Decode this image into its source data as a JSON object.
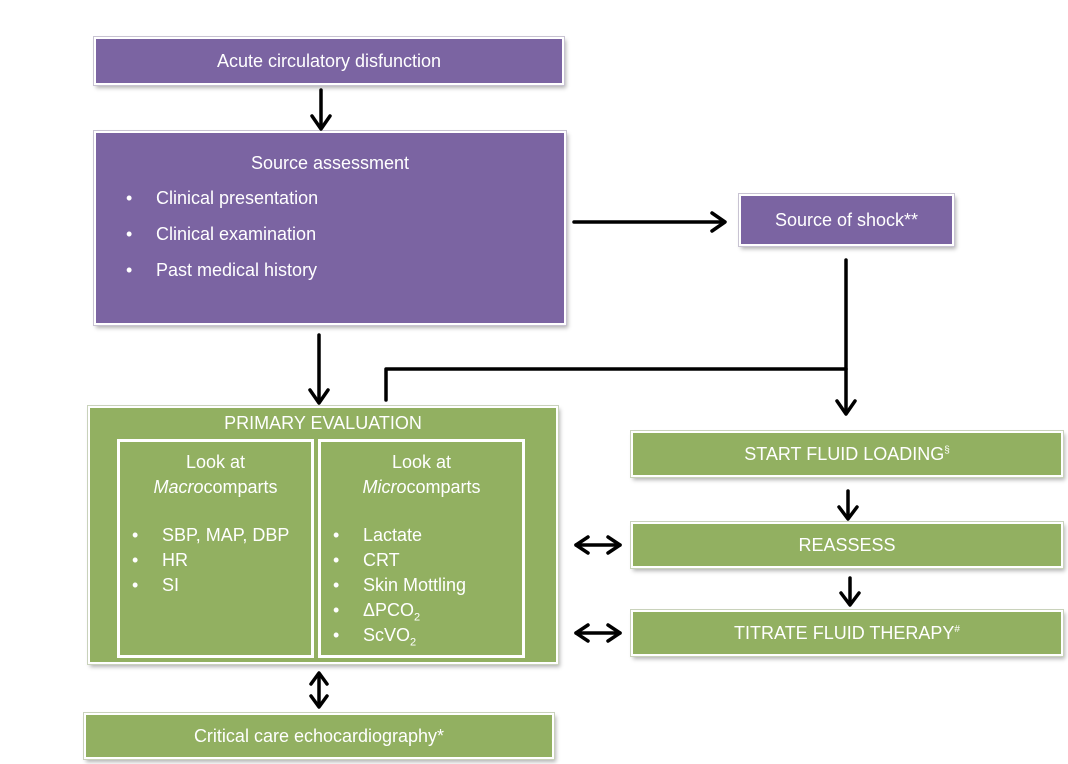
{
  "nodes": {
    "acute": "Acute circulatory disfunction",
    "source_assessment": {
      "title": "Source assessment",
      "items": [
        "Clinical presentation",
        "Clinical examination",
        "Past medical history"
      ]
    },
    "source_of_shock": "Source of shock**",
    "primary_evaluation": {
      "title": "PRIMARY EVALUATION",
      "macro": {
        "title_line1": "Look at",
        "title_italic": "Macro",
        "title_rest": "comparts",
        "items": [
          "SBP, MAP, DBP",
          "HR",
          "SI"
        ]
      },
      "micro": {
        "title_line1": "Look at",
        "title_italic": "Micro",
        "title_rest": "comparts",
        "items": [
          "Lactate",
          "CRT",
          "Skin Mottling"
        ],
        "dpco2": {
          "main": "ΔPCO",
          "sub": "2"
        },
        "scvo2": {
          "main": "ScVO",
          "sub": "2"
        }
      }
    },
    "fluid_loading": {
      "text": "START FLUID LOADING",
      "sup": "§"
    },
    "reassess": "REASSESS",
    "titrate": {
      "text": "TITRATE FLUID THERAPY",
      "sup": "#"
    },
    "echo": "Critical care echocardiography*"
  },
  "colors": {
    "purple": "#7b64a2",
    "green": "#92b061",
    "arrow": "#000000"
  }
}
